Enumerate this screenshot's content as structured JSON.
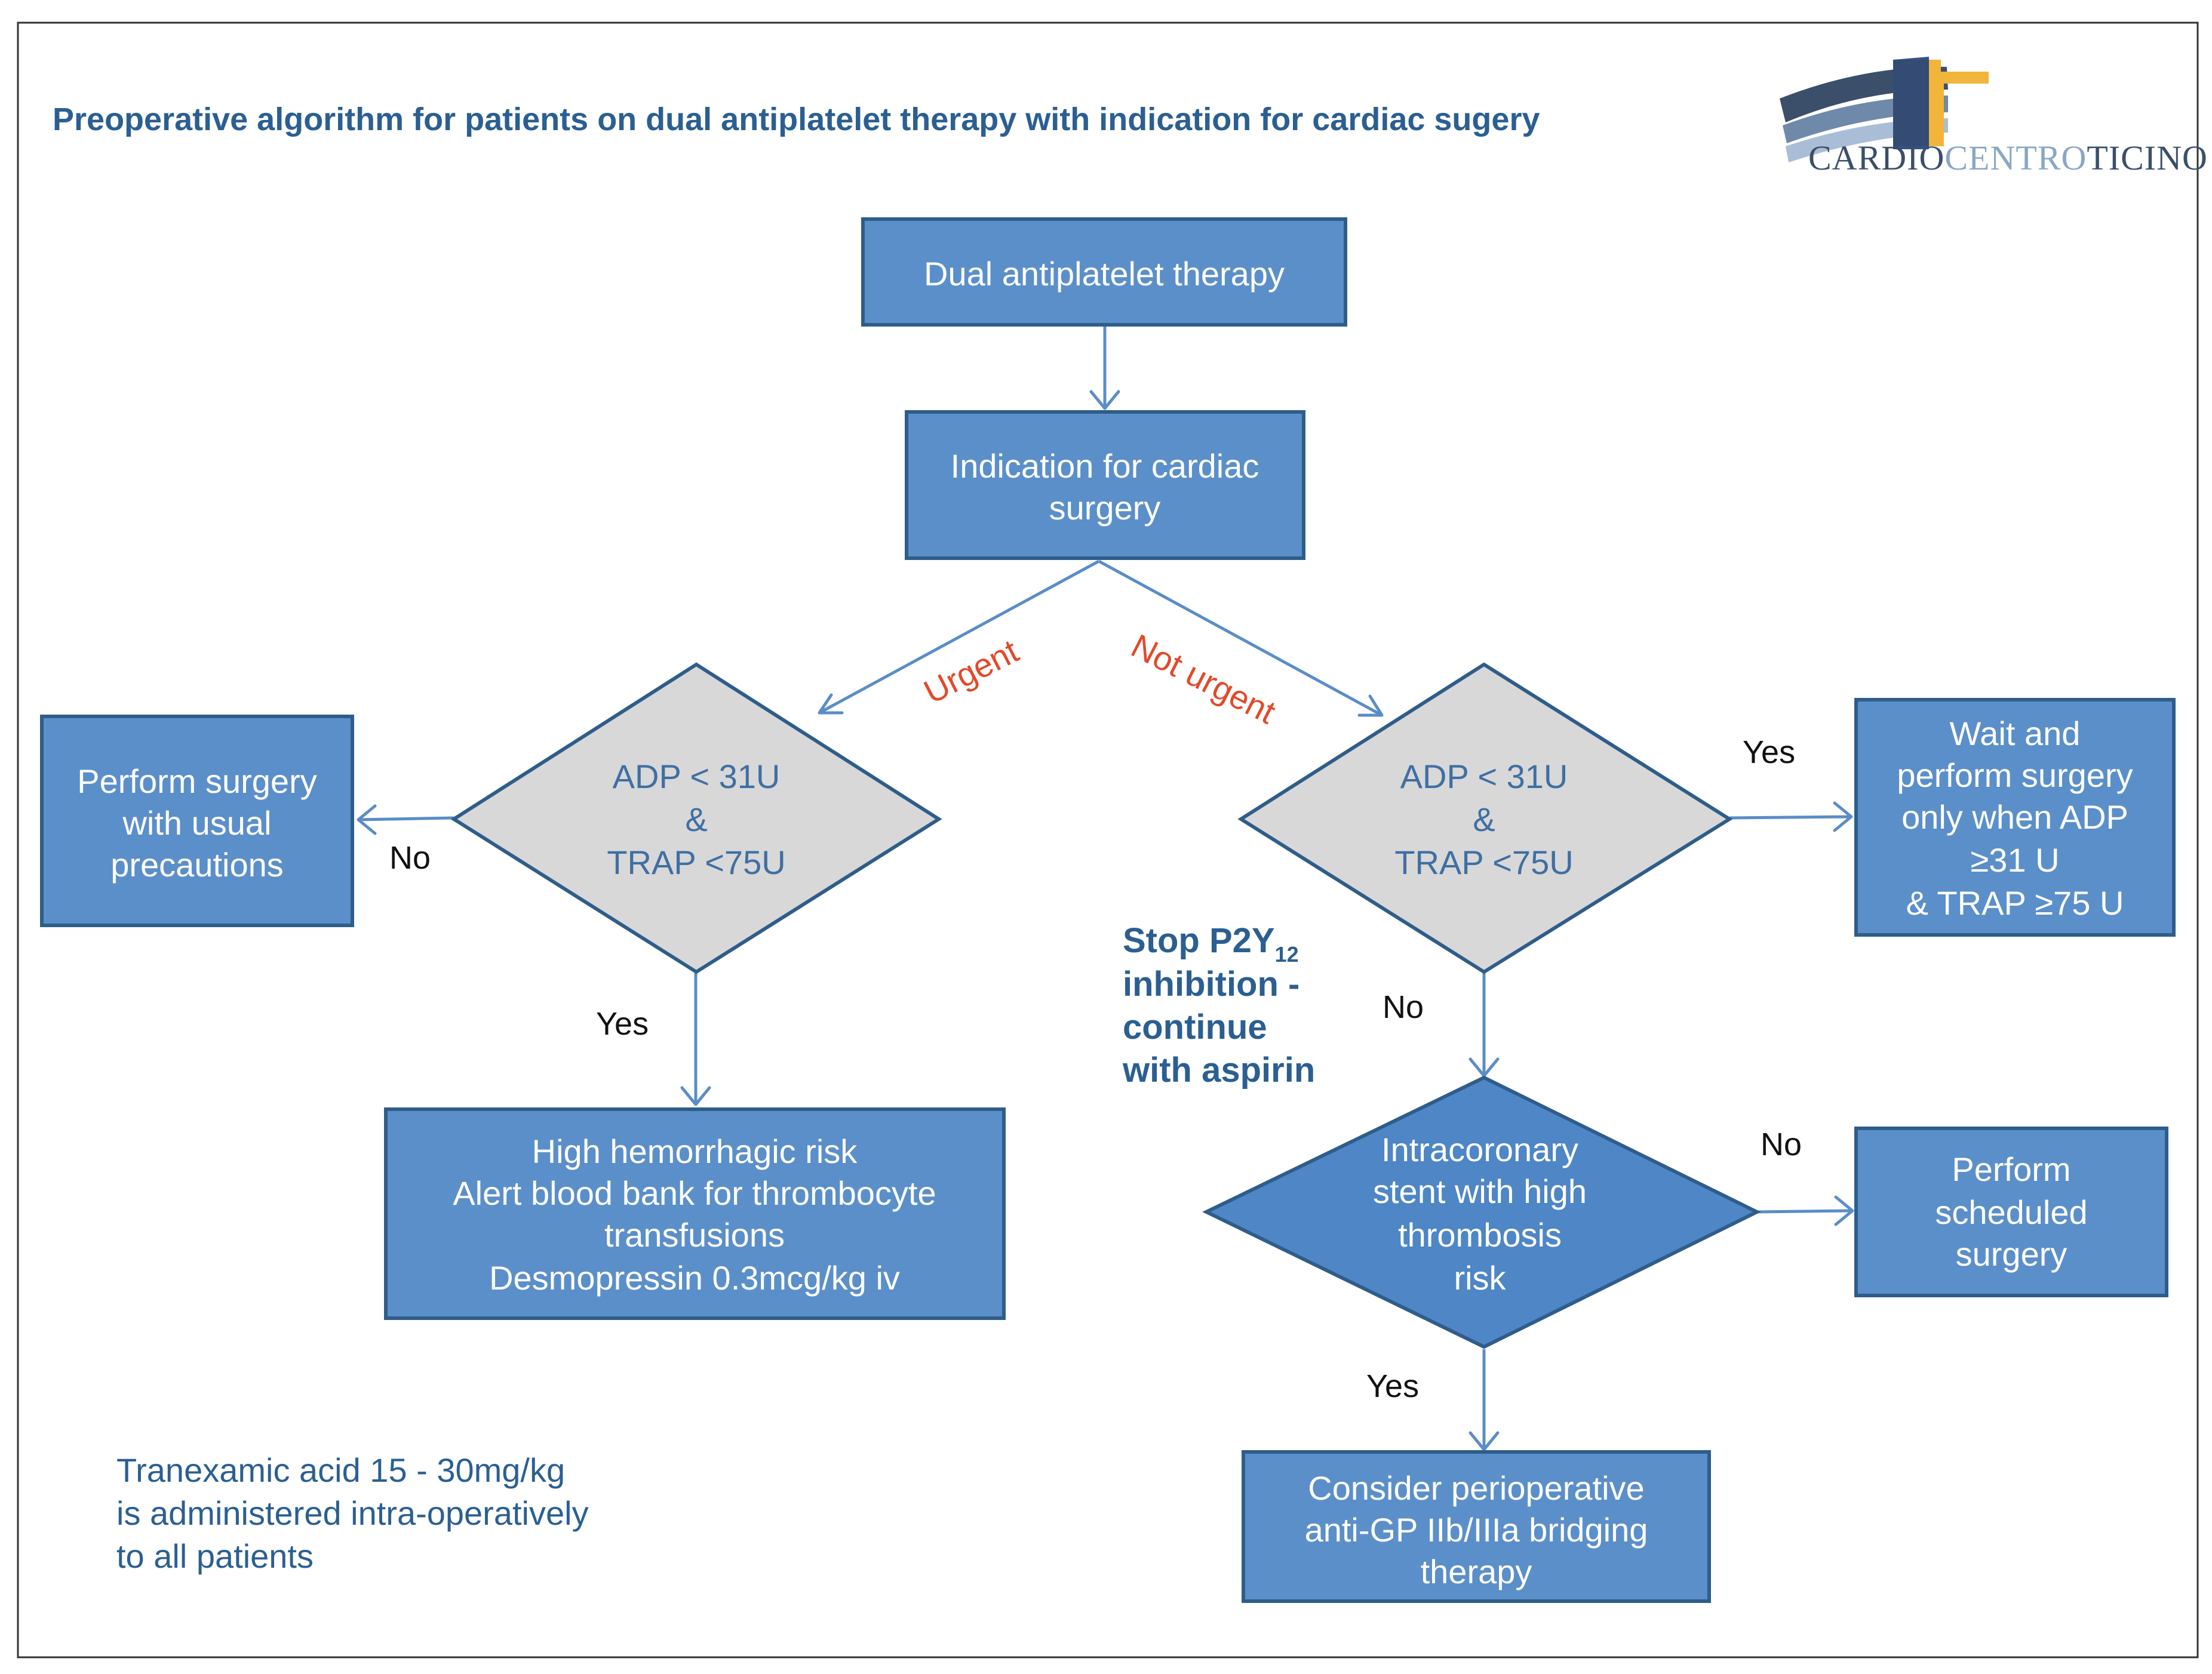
{
  "title": "Preoperative algorithm for patients on dual antiplatelet therapy with indication for cardiac sugery",
  "logo": {
    "part1": "CARDIO",
    "part2": "CENTRO",
    "part3": "TICINO",
    "color_dark": "#3b4f6b",
    "color_light": "#8aa6c4",
    "color_gold": "#f0b53a",
    "color_navy": "#1f3f7a"
  },
  "colors": {
    "box_fill": "#5b8fc9",
    "box_stroke": "#2f5d8a",
    "decision_grey": "#d8d8d8",
    "connector": "#5a8dc8",
    "title_blue": "#2b5f92",
    "edge_red": "#e14a2a"
  },
  "nodes": {
    "dual": {
      "lines": [
        "Dual antiplatelet therapy"
      ]
    },
    "indication": {
      "lines": [
        "Indication for cardiac",
        "surgery"
      ]
    },
    "decision_left": {
      "lines": [
        "ADP < 31U",
        "&",
        "TRAP <75U"
      ]
    },
    "decision_right": {
      "lines": [
        "ADP < 31U",
        "&",
        "TRAP <75U"
      ]
    },
    "perform_usual": {
      "lines": [
        "Perform surgery",
        "with usual",
        "precautions"
      ]
    },
    "high_risk": {
      "lines": [
        "High hemorrhagic risk",
        "Alert blood bank for thrombocyte",
        "transfusions",
        "Desmopressin  0.3mcg/kg iv"
      ]
    },
    "wait": {
      "lines": [
        "Wait and",
        "perform surgery",
        "only when ADP",
        "≥31 U",
        "& TRAP  ≥75 U"
      ]
    },
    "stent": {
      "lines": [
        "Intracoronary",
        "stent with high",
        "thrombosis",
        "risk"
      ]
    },
    "scheduled": {
      "lines": [
        "Perform",
        "scheduled",
        "surgery"
      ]
    },
    "bridging": {
      "lines": [
        "Consider perioperative",
        "anti-GP IIb/IIIa bridging",
        "therapy"
      ]
    }
  },
  "edge_labels": {
    "urgent": "Urgent",
    "not_urgent": "Not urgent",
    "left_no": "No",
    "left_yes": "Yes",
    "right_yes": "Yes",
    "right_no": "No",
    "stent_no": "No",
    "stent_yes": "Yes"
  },
  "stop_note": {
    "line1_main": "Stop P2Y",
    "line1_sub": "12",
    "line2": "inhibition -",
    "line3": "continue",
    "line4": "with aspirin"
  },
  "footnote": {
    "lines": [
      "Tranexamic acid 15 - 30mg/kg",
      "is administered intra-operatively",
      "to all patients"
    ]
  }
}
